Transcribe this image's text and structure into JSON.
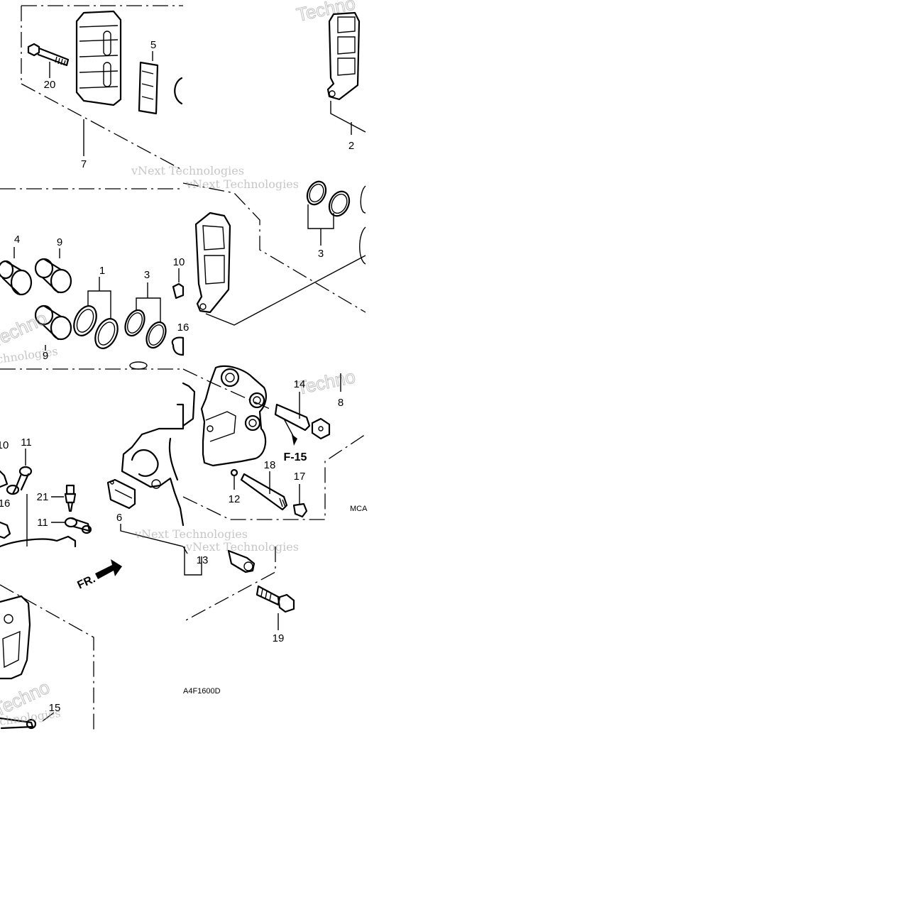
{
  "diagram": {
    "part_numbers": [
      "1",
      "2",
      "3",
      "3",
      "4",
      "5",
      "6",
      "7",
      "8",
      "9",
      "9",
      "10",
      "10",
      "11",
      "11",
      "12",
      "13",
      "14",
      "15",
      "16",
      "16",
      "17",
      "18",
      "19",
      "20",
      "21"
    ],
    "reference_label": "F-15",
    "direction_label": "FR.",
    "figure_code": "MCA4F1600D",
    "figure_code_left": "A4F1600D",
    "figure_code_right": "MCA",
    "watermarks": {
      "script": "vNext Technologies",
      "script_left": "chnologies",
      "outline": "Techno"
    }
  }
}
